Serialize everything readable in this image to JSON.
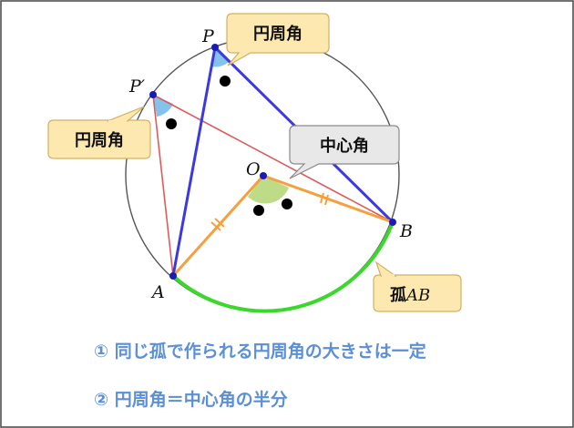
{
  "points": {
    "P": "P",
    "P_prime": "P′",
    "O": "O",
    "A": "A",
    "B": "B"
  },
  "callouts": {
    "inscribed_top": "円周角",
    "inscribed_left": "円周角",
    "central": "中心角",
    "arc_label_main": "孤",
    "arc_label_var": "AB"
  },
  "notes": [
    "① 同じ孤で作られる円周角の大きさは一定",
    "② 円周角＝中心角の半分"
  ],
  "colors": {
    "circle": "#555555",
    "triangle_P": "#3a3ae0",
    "triangle_P_prime": "#e05a5a",
    "radius": "#f5a03c",
    "arc_AB": "#39d82b",
    "angle_inscribed": "#6cb7e8",
    "angle_central": "#b7d77a",
    "callout_yellow": "#fde9b0",
    "callout_gray": "#e8e8e8",
    "note_text": "#5b8fd6"
  }
}
